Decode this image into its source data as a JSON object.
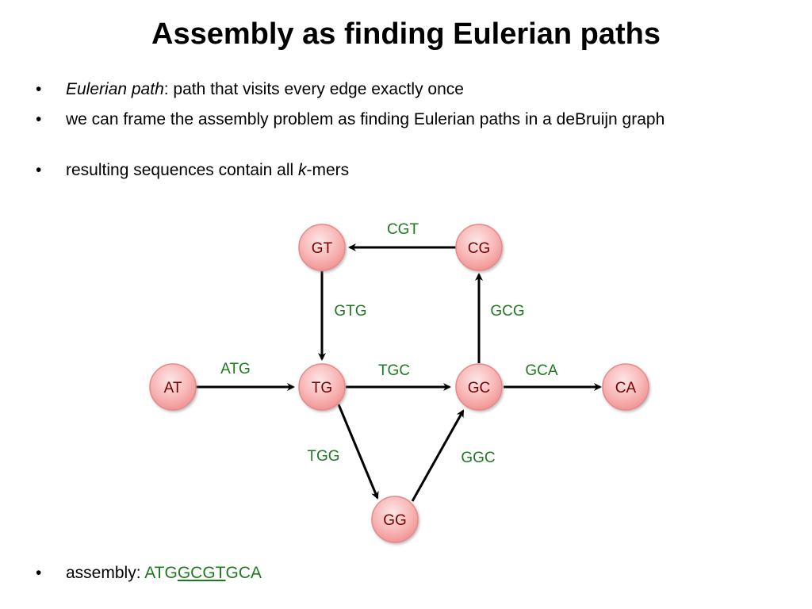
{
  "slide": {
    "title": "Assembly as finding Eulerian paths",
    "bullets": {
      "b1_term": "Eulerian path",
      "b1_rest": ": path that visits every edge exactly once",
      "b2_text": "we can frame the assembly problem as finding Eulerian paths in a deBruijn graph",
      "b3_pre": "resulting sequences contain all ",
      "b3_k": "k",
      "b3_post": "-mers",
      "b4_label": "assembly: ",
      "b4_seq_a": "ATG",
      "b4_seq_b": "GCGT",
      "b4_seq_c": "GCA"
    },
    "bullet_marker": "•"
  },
  "graph": {
    "nodes": {
      "AT": "AT",
      "TG": "TG",
      "GC": "GC",
      "CA": "CA",
      "GT": "GT",
      "CG": "CG",
      "GG": "GG"
    },
    "edges": {
      "ATG": "ATG",
      "TGC": "TGC",
      "GCA": "GCA",
      "GTG": "GTG",
      "GCG": "GCG",
      "CGT": "CGT",
      "TGG": "TGG",
      "GGC": "GGC"
    }
  },
  "colors": {
    "node_fill_light": "#fde2e2",
    "node_fill_dark": "#f59a9a",
    "node_stroke": "#e58a8a",
    "edge_label": "#1e7a1e",
    "arrow": "#000000"
  }
}
